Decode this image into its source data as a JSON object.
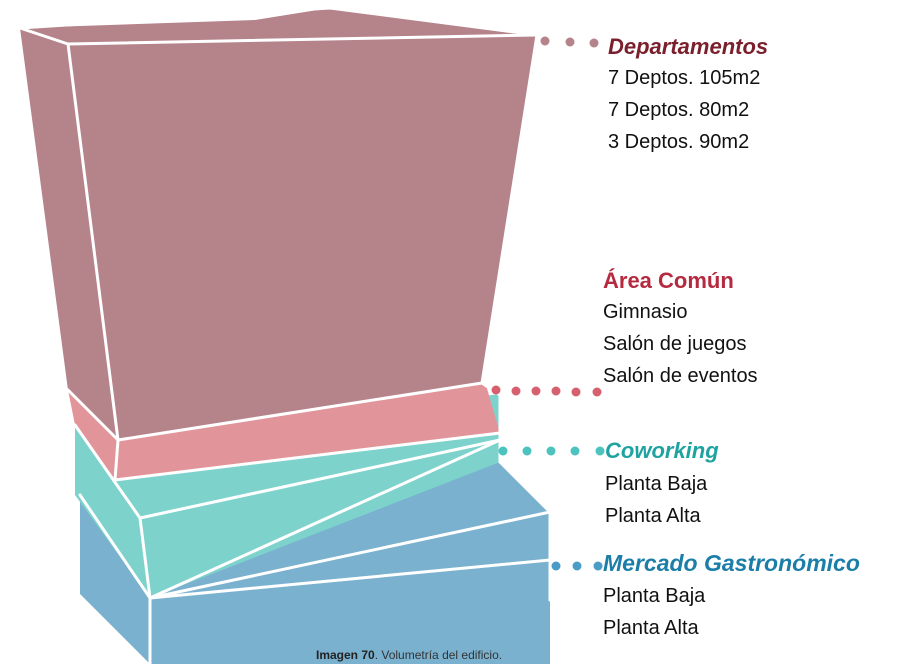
{
  "colors": {
    "departamentos": "#b5838a",
    "area_comun": "#e1959b",
    "coworking": "#7dd3cc",
    "mercado": "#7ab1cf",
    "departamentos_title": "#7a1f2b",
    "area_comun_title": "#b52a3f",
    "coworking_title": "#1fa3a0",
    "mercado_title": "#1b7ea8",
    "edge": "#ffffff"
  },
  "legend": {
    "departamentos": {
      "title": "Departamentos",
      "items": [
        "7 Deptos. 105m2",
        "7 Deptos. 80m2",
        "3 Deptos. 90m2"
      ]
    },
    "area_comun": {
      "title": "Área Común",
      "items": [
        "Gimnasio",
        "Salón de juegos",
        "Salón de eventos"
      ]
    },
    "coworking": {
      "title": "Coworking",
      "items": [
        "Planta Baja",
        "Planta Alta"
      ]
    },
    "mercado": {
      "title": "Mercado Gastronómico",
      "items": [
        "Planta Baja",
        "Planta Alta"
      ]
    }
  },
  "caption": {
    "bold": "Imagen 70",
    "text": ". Volumetría del edificio."
  }
}
